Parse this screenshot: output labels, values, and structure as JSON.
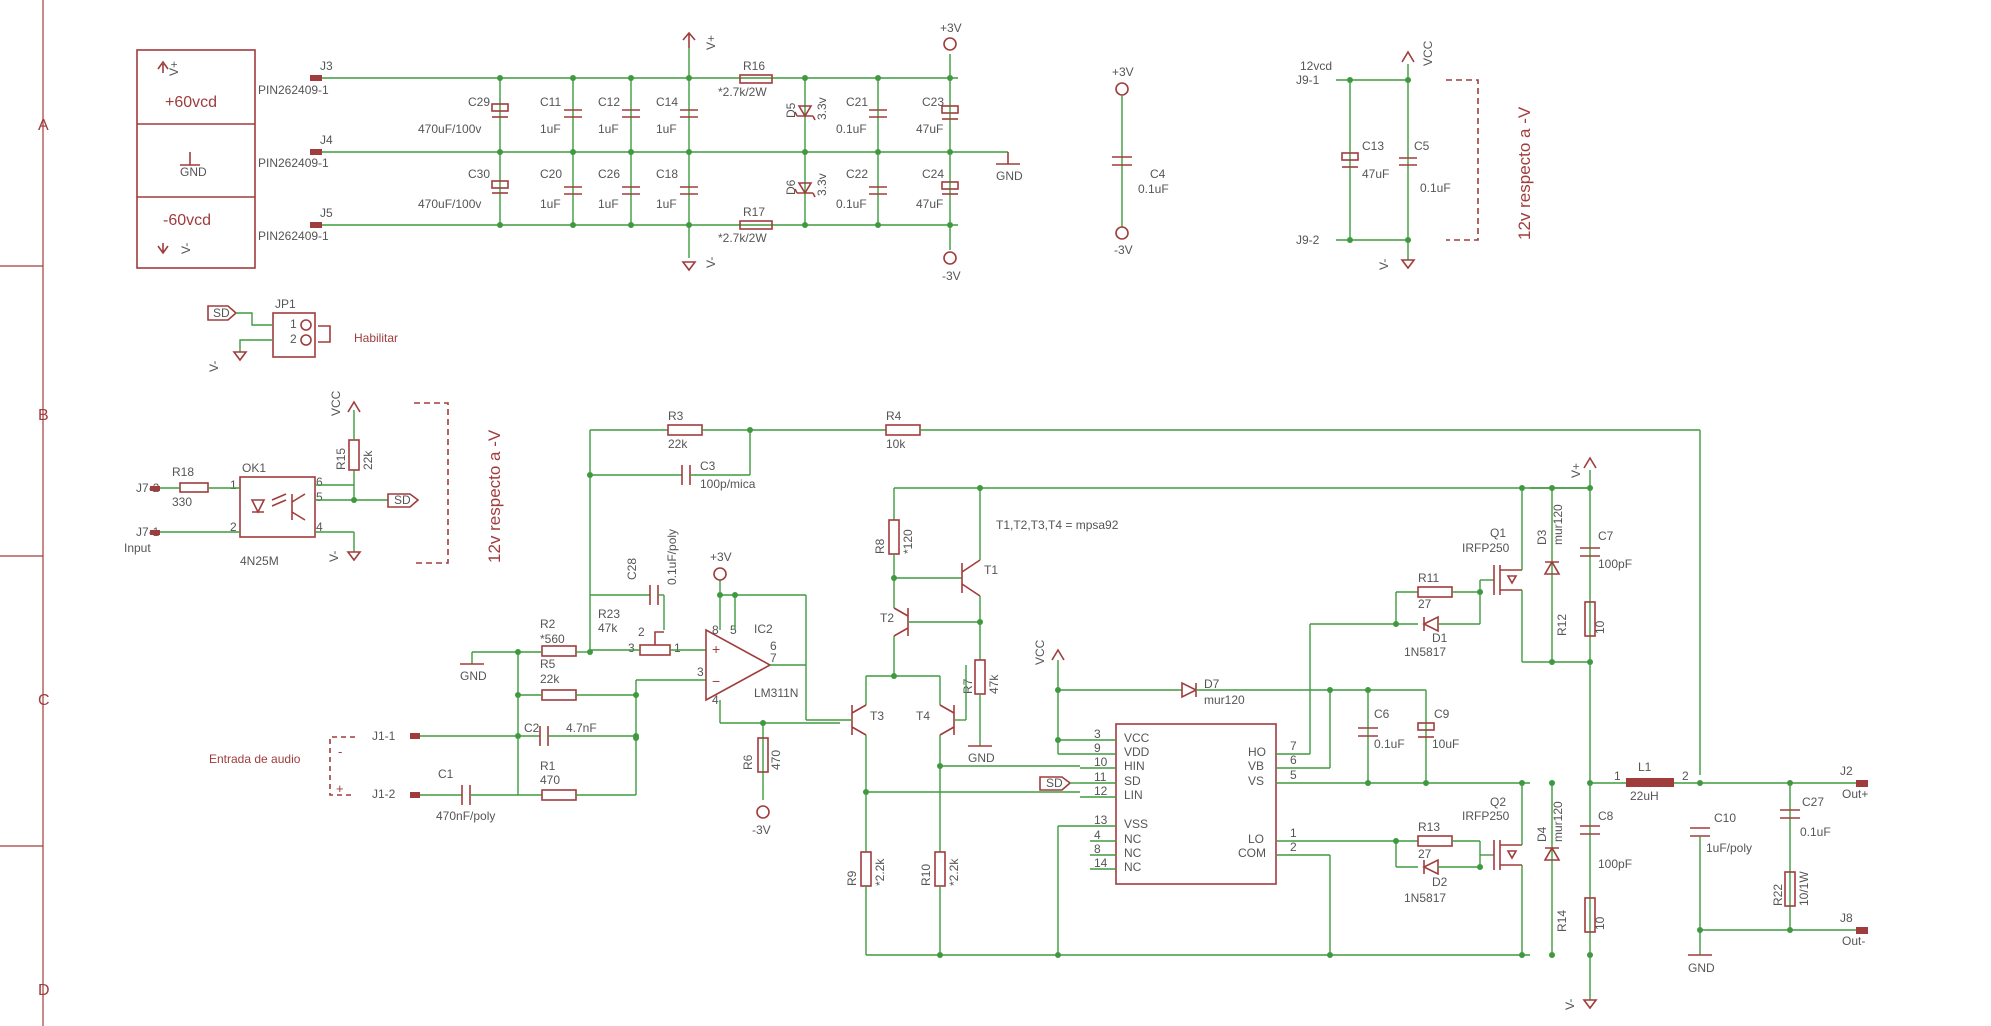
{
  "colors": {
    "wire": "#3f9a3f",
    "component": "#a03c3c",
    "text": "#555555",
    "background": "#ffffff"
  },
  "rows": [
    "A",
    "B",
    "C",
    "D"
  ],
  "power_block": {
    "pos_label": "+60vcd",
    "gnd_label": "GND",
    "neg_label": "-60vcd",
    "vplus": "V+",
    "vminus": "V-"
  },
  "connectors": {
    "j3": "J3",
    "j4": "J4",
    "j5": "J5",
    "part": "PIN262409-1"
  },
  "rails": {
    "vplus": "V+",
    "vminus": "V-",
    "p3v": "+3V",
    "m3v": "-3V",
    "gnd": "GND",
    "vcc": "VCC"
  },
  "caps_top": [
    {
      "ref": "C29",
      "val": "470uF/100v"
    },
    {
      "ref": "C11",
      "val": "1uF"
    },
    {
      "ref": "C12",
      "val": "1uF"
    },
    {
      "ref": "C14",
      "val": "1uF"
    },
    {
      "ref": "C21",
      "val": "0.1uF"
    },
    {
      "ref": "C23",
      "val": "47uF"
    },
    {
      "ref": "C30",
      "val": "470uF/100v"
    },
    {
      "ref": "C20",
      "val": "1uF"
    },
    {
      "ref": "C26",
      "val": "1uF"
    },
    {
      "ref": "C18",
      "val": "1uF"
    },
    {
      "ref": "C22",
      "val": "0.1uF"
    },
    {
      "ref": "C24",
      "val": "47uF"
    }
  ],
  "r16": {
    "ref": "R16",
    "val": "*2.7k/2W"
  },
  "r17": {
    "ref": "R17",
    "val": "*2.7k/2W"
  },
  "d5": {
    "ref": "D5",
    "val": "3.3v"
  },
  "d6": {
    "ref": "D6",
    "val": "3.3v"
  },
  "c4": {
    "ref": "C4",
    "val": "0.1uF"
  },
  "j9": {
    "pin1": "J9-1",
    "pin2": "J9-2",
    "label": "12vcd"
  },
  "c13": {
    "ref": "C13",
    "val": "47uF"
  },
  "c5": {
    "ref": "C5",
    "val": "0.1uF"
  },
  "note_12v": "12v respecto a -V",
  "jp1": {
    "ref": "JP1",
    "label": "Habilitar",
    "sd": "SD",
    "pin1": "1",
    "pin2": "2"
  },
  "ok1": {
    "ref": "OK1",
    "part": "4N25M",
    "pins": [
      "1",
      "2",
      "4",
      "5",
      "6"
    ]
  },
  "r18": {
    "ref": "R18",
    "val": "330"
  },
  "r15": {
    "ref": "R15",
    "val": "22k"
  },
  "j7": {
    "pin2": "J7-2",
    "pin1": "J7-1",
    "input": "Input"
  },
  "r3": {
    "ref": "R3",
    "val": "22k"
  },
  "r4": {
    "ref": "R4",
    "val": "10k"
  },
  "c3": {
    "ref": "C3",
    "val": "100p/mica"
  },
  "c28": {
    "ref": "C28",
    "val": "0.1uF/poly"
  },
  "r23": {
    "ref": "R23",
    "val": "47k"
  },
  "r2": {
    "ref": "R2",
    "val": "*560"
  },
  "r5": {
    "ref": "R5",
    "val": "22k"
  },
  "ic2": {
    "ref": "IC2",
    "part": "LM311N",
    "pins": [
      "1",
      "2",
      "3",
      "4",
      "5",
      "6",
      "7",
      "8"
    ]
  },
  "r6": {
    "ref": "R6",
    "val": "470"
  },
  "c2": {
    "ref": "C2",
    "val": "4.7nF"
  },
  "r1": {
    "ref": "R1",
    "val": "470"
  },
  "c1": {
    "ref": "C1",
    "val": "470nF/poly"
  },
  "j1": {
    "pin1": "J1-1",
    "pin2": "J1-2",
    "label": "Entrada de audio",
    "minus": "-",
    "plus": "+"
  },
  "transistors": {
    "t1": "T1",
    "t2": "T2",
    "t3": "T3",
    "t4": "T4",
    "note": "T1,T2,T3,T4 = mpsa92"
  },
  "r8": {
    "ref": "R8",
    "val": "*120"
  },
  "r7": {
    "ref": "R7",
    "val": "47k"
  },
  "r9": {
    "ref": "R9",
    "val": "*2.2k"
  },
  "r10": {
    "ref": "R10",
    "val": "*2.2k"
  },
  "driver": {
    "left_pins": [
      {
        "n": "3",
        "name": "VCC"
      },
      {
        "n": "9",
        "name": "VDD"
      },
      {
        "n": "10",
        "name": "HIN"
      },
      {
        "n": "11",
        "name": "SD"
      },
      {
        "n": "12",
        "name": "LIN"
      },
      {
        "n": "13",
        "name": "VSS"
      },
      {
        "n": "4",
        "name": "NC"
      },
      {
        "n": "8",
        "name": "NC"
      },
      {
        "n": "14",
        "name": "NC"
      }
    ],
    "right_pins": [
      {
        "n": "7",
        "name": "HO"
      },
      {
        "n": "6",
        "name": "VB"
      },
      {
        "n": "5",
        "name": "VS"
      },
      {
        "n": "1",
        "name": "LO"
      },
      {
        "n": "2",
        "name": "COM"
      }
    ]
  },
  "d7": {
    "ref": "D7",
    "val": "mur120"
  },
  "c6": {
    "ref": "C6",
    "val": "0.1uF"
  },
  "c9": {
    "ref": "C9",
    "val": "10uF"
  },
  "r11": {
    "ref": "R11",
    "val": "27"
  },
  "d1": {
    "ref": "D1",
    "val": "1N5817"
  },
  "r13": {
    "ref": "R13",
    "val": "27"
  },
  "d2": {
    "ref": "D2",
    "val": "1N5817"
  },
  "q1": {
    "ref": "Q1",
    "val": "IRFP250"
  },
  "q2": {
    "ref": "Q2",
    "val": "IRFP250"
  },
  "d3": {
    "ref": "D3",
    "val": "mur120"
  },
  "d4": {
    "ref": "D4",
    "val": "mur120"
  },
  "c7": {
    "ref": "C7",
    "val": "100pF"
  },
  "c8": {
    "ref": "C8",
    "val": "100pF"
  },
  "r12": {
    "ref": "R12",
    "val": "10"
  },
  "r14": {
    "ref": "R14",
    "val": "10"
  },
  "l1": {
    "ref": "L1",
    "val": "22uH",
    "pin1": "1",
    "pin2": "2"
  },
  "c10": {
    "ref": "C10",
    "val": "1uF/poly"
  },
  "c27": {
    "ref": "C27",
    "val": "0.1uF"
  },
  "r22": {
    "ref": "R22",
    "val": "10/1W"
  },
  "j2": {
    "ref": "J2",
    "label": "Out+"
  },
  "j8": {
    "ref": "J8",
    "label": "Out-"
  }
}
